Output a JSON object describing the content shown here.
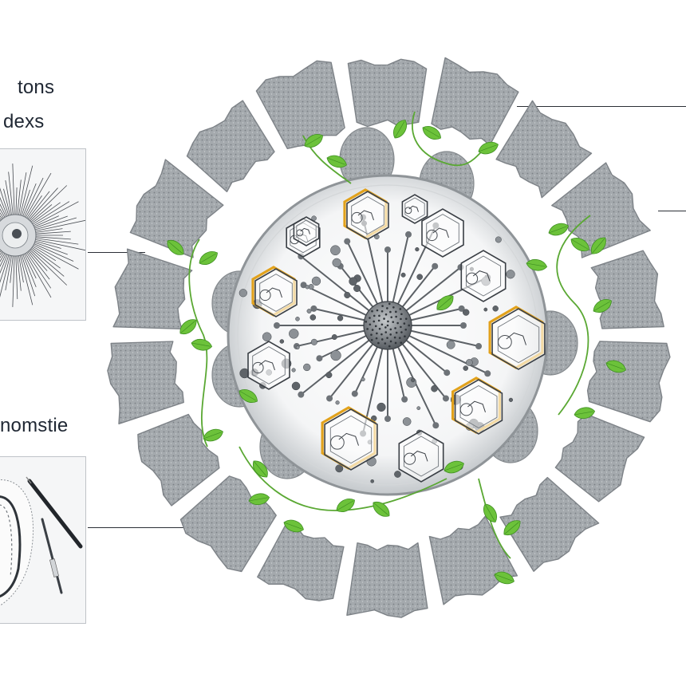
{
  "labels": {
    "top_left_line1": "tons",
    "top_left_line2": "dexs",
    "middle_left": "nomstie"
  },
  "colors": {
    "shell_stone": "#9ea3a7",
    "leaf_green": "#6cc23a",
    "hexagon_outline": "#3a3f45",
    "hexagon_accent": "#e2a21c",
    "leader_line": "#2b2f36"
  }
}
